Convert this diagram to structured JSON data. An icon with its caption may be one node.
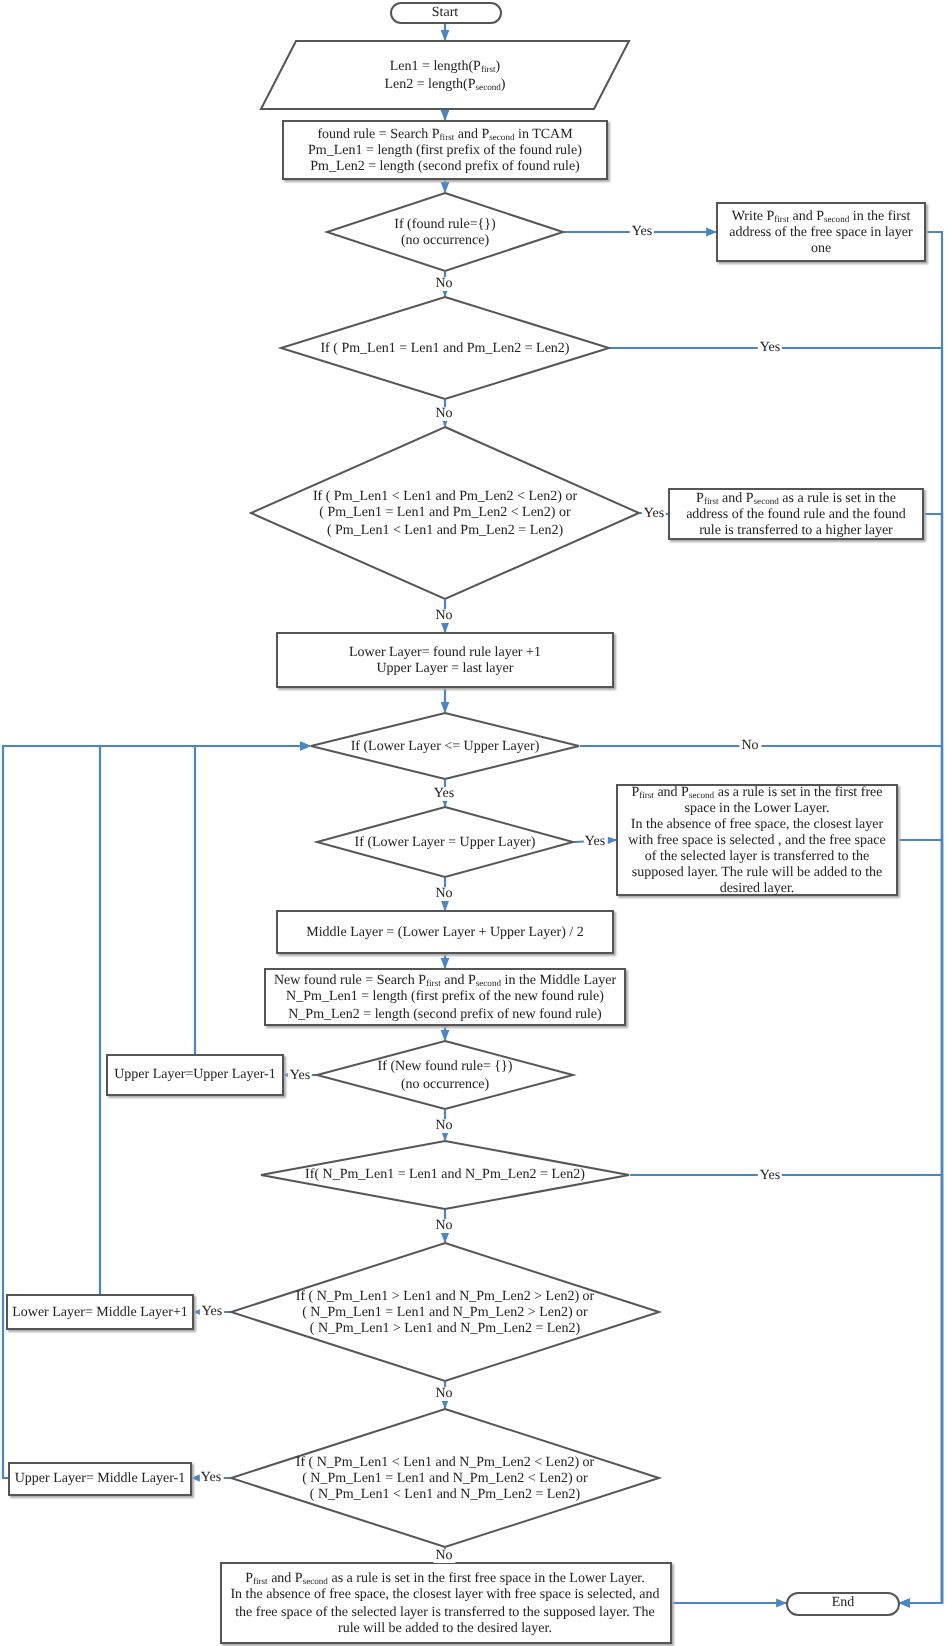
{
  "diagram": {
    "nodes": [
      {
        "text": [
          "Start"
        ]
      },
      {
        "text": [
          "Len1 = length(P$_{first}$)",
          "Len2 = length(P$_{second}$)"
        ]
      },
      {
        "text": [
          "found rule = Search P$_{first}$ and P$_{second}$ in TCAM",
          "Pm_Len1 = length (first prefix of the found rule)",
          "Pm_Len2 = length (second prefix of found rule)"
        ]
      },
      {
        "text": [
          "If (found rule={})",
          "(no occurrence)"
        ]
      },
      {
        "text": [
          "Write P$_{first}$ and P$_{second}$ in the first address of the free space in layer one"
        ]
      },
      {
        "text": [
          "If ( Pm_Len1 = Len1 and Pm_Len2 = Len2)"
        ]
      },
      {
        "text": [
          "If ( Pm_Len1 < Len1 and Pm_Len2 < Len2) or",
          "( Pm_Len1 = Len1 and Pm_Len2 < Len2) or",
          "( Pm_Len1 < Len1 and Pm_Len2 = Len2)"
        ]
      },
      {
        "text": [
          "P$_{first}$ and P$_{second}$ as a rule is set in the address of the found rule and the found rule is transferred to a higher layer"
        ]
      },
      {
        "text": [
          "Lower Layer= found rule layer +1",
          "Upper Layer = last layer"
        ]
      },
      {
        "text": [
          "If (Lower Layer <= Upper Layer)"
        ]
      },
      {
        "text": [
          "If (Lower Layer = Upper Layer)"
        ]
      },
      {
        "text": [
          "P$_{first}$ and P$_{second}$ as a rule is set in the first free space in the Lower Layer.",
          "In the absence of free space, the closest layer with free space is selected , and the free space of the selected layer is transferred to the supposed layer. The rule will be added to the desired layer."
        ]
      },
      {
        "text": [
          "Middle Layer = (Lower Layer + Upper Layer) / 2"
        ]
      },
      {
        "text": [
          "New found rule = Search P$_{first}$ and P$_{second}$ in the Middle Layer",
          "N_Pm_Len1 = length (first prefix of the new found rule)",
          "N_Pm_Len2 = length (second prefix of new found rule)"
        ]
      },
      {
        "text": [
          "Upper Layer=Upper Layer-1"
        ]
      },
      {
        "text": [
          "If (New found rule= {})",
          "(no occurrence)"
        ]
      },
      {
        "text": [
          "If( N_Pm_Len1 = Len1 and N_Pm_Len2 = Len2)"
        ]
      },
      {
        "text": [
          "Lower Layer= Middle Layer+1"
        ]
      },
      {
        "text": [
          "If ( N_Pm_Len1 > Len1 and N_Pm_Len2 > Len2) or",
          "( N_Pm_Len1 = Len1 and N_Pm_Len2 > Len2) or",
          "( N_Pm_Len1 > Len1 and N_Pm_Len2 = Len2)"
        ]
      },
      {
        "text": [
          "Upper Layer= Middle Layer-1"
        ]
      },
      {
        "text": [
          "If ( N_Pm_Len1 < Len1 and N_Pm_Len2 < Len2) or",
          "( N_Pm_Len1 = Len1 and N_Pm_Len2 < Len2) or",
          "( N_Pm_Len1 < Len1 and N_Pm_Len2 = Len2)"
        ]
      },
      {
        "text": [
          "P$_{first}$ and P$_{second}$ as a rule is set in the first free space in the Lower Layer.",
          "In the absence of free space, the closest layer with free space is selected, and the free space of the selected layer is transferred to the supposed layer. The rule will be added to the desired layer."
        ]
      },
      {
        "text": [
          "End"
        ]
      }
    ],
    "edges": [
      {
        "from": 0,
        "to": 1,
        "arrow": "to"
      },
      {
        "from": 1,
        "to": 2,
        "arrow": "to"
      },
      {
        "from": 2,
        "to": 3,
        "arrow": "to"
      },
      {
        "from": 3,
        "to": 4,
        "arrow": "to",
        "label": "Yes"
      },
      {
        "from": 3,
        "to": 5,
        "arrow": "to",
        "label": "No"
      },
      {
        "from": 4,
        "to": 22,
        "arrow": "to"
      },
      {
        "from": 5,
        "to": 22,
        "arrow": "to",
        "label": "Yes"
      },
      {
        "from": 5,
        "to": 6,
        "arrow": "to",
        "label": "No"
      },
      {
        "from": 6,
        "to": 7,
        "arrow": "to",
        "label": "Yes"
      },
      {
        "from": 6,
        "to": 8,
        "arrow": "to",
        "label": "No"
      },
      {
        "from": 7,
        "to": 22,
        "arrow": "to"
      },
      {
        "from": 8,
        "to": 9,
        "arrow": "to"
      },
      {
        "from": 9,
        "to": 22,
        "arrow": "to",
        "label": "No"
      },
      {
        "from": 9,
        "to": 10,
        "arrow": "to",
        "label": "Yes"
      },
      {
        "from": 10,
        "to": 11,
        "arrow": "to",
        "label": "Yes"
      },
      {
        "from": 10,
        "to": 12,
        "arrow": "to",
        "label": "No"
      },
      {
        "from": 11,
        "to": 22,
        "arrow": "to"
      },
      {
        "from": 12,
        "to": 13,
        "arrow": "to"
      },
      {
        "from": 13,
        "to": 15,
        "arrow": "to"
      },
      {
        "from": 15,
        "to": 14,
        "arrow": "to",
        "label": "Yes"
      },
      {
        "from": 14,
        "to": 9,
        "arrow": "to"
      },
      {
        "from": 15,
        "to": 16,
        "arrow": "to",
        "label": "No"
      },
      {
        "from": 16,
        "to": 22,
        "arrow": "to",
        "label": "Yes"
      },
      {
        "from": 16,
        "to": 18,
        "arrow": "to",
        "label": "No"
      },
      {
        "from": 18,
        "to": 17,
        "arrow": "to",
        "label": "Yes"
      },
      {
        "from": 17,
        "to": 9,
        "arrow": "to"
      },
      {
        "from": 18,
        "to": 20,
        "arrow": "to",
        "label": "No"
      },
      {
        "from": 20,
        "to": 19,
        "arrow": "to",
        "label": "Yes"
      },
      {
        "from": 19,
        "to": 9,
        "arrow": "to"
      },
      {
        "from": 20,
        "to": 21,
        "arrow": "to",
        "label": "No"
      },
      {
        "from": 21,
        "to": 22,
        "arrow": "to"
      }
    ]
  }
}
